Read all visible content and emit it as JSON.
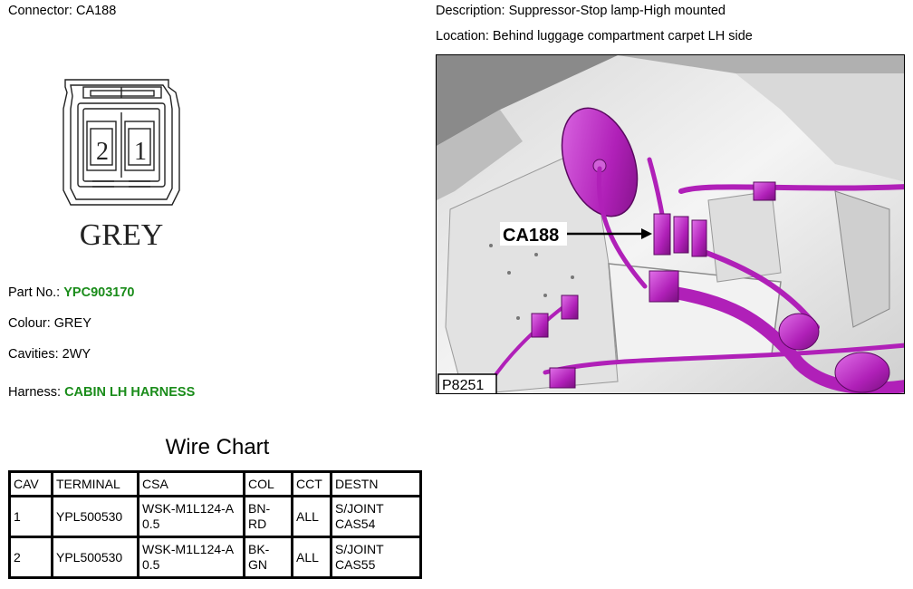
{
  "connector_label": "Connector:",
  "connector_id": "CA188",
  "description_label": "Description:",
  "description_value": "Suppressor-Stop lamp-High mounted",
  "location_label": "Location:",
  "location_value": "Behind luggage compartment carpet LH side",
  "drawing": {
    "pin_2": "2",
    "pin_1": "1",
    "colour_text": "GREY"
  },
  "part_no_label": "Part No.:",
  "part_no_value": "YPC903170",
  "colour_label": "Colour:",
  "colour_value": "GREY",
  "cavities_label": "Cavities:",
  "cavities_value": "2WY",
  "harness_label": "Harness:",
  "harness_value": "CABIN LH HARNESS",
  "photo": {
    "callout": "CA188",
    "figure_code": "P8251"
  },
  "wire_chart": {
    "title": "Wire Chart",
    "headers": [
      "CAV",
      "TERMINAL",
      "CSA",
      "COL",
      "CCT",
      "DESTN"
    ],
    "rows": [
      [
        "1",
        "YPL500530",
        "WSK-M1L124-A 0.5",
        "BN-RD",
        "ALL",
        "S/JOINT CAS54"
      ],
      [
        "2",
        "YPL500530",
        "WSK-M1L124-A 0.5",
        "BK-GN",
        "ALL",
        "S/JOINT CAS55"
      ]
    ]
  },
  "colors": {
    "link_green": "#1a8c1a",
    "harness_magenta": "#c02cc8"
  }
}
